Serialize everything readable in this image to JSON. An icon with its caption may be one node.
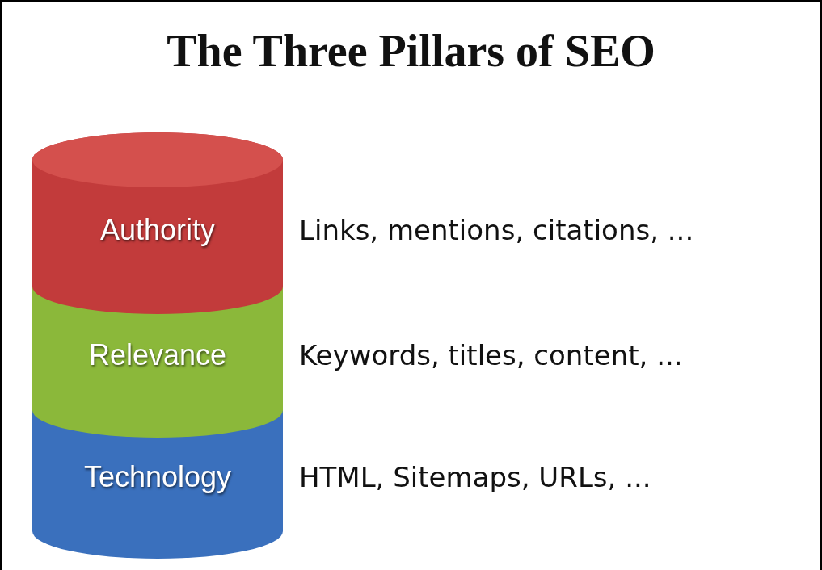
{
  "diagram": {
    "title": "The Three Pillars of SEO",
    "nodes": [
      {
        "text": [
          "Authority"
        ],
        "beside": [
          "Links, mentions, citations, ..."
        ]
      },
      {
        "text": [
          "Relevance"
        ],
        "beside": [
          "Keywords, titles, content, ..."
        ]
      },
      {
        "text": [
          "Technology"
        ],
        "beside": [
          "HTML, Sitemaps, URLs, ..."
        ]
      }
    ]
  }
}
